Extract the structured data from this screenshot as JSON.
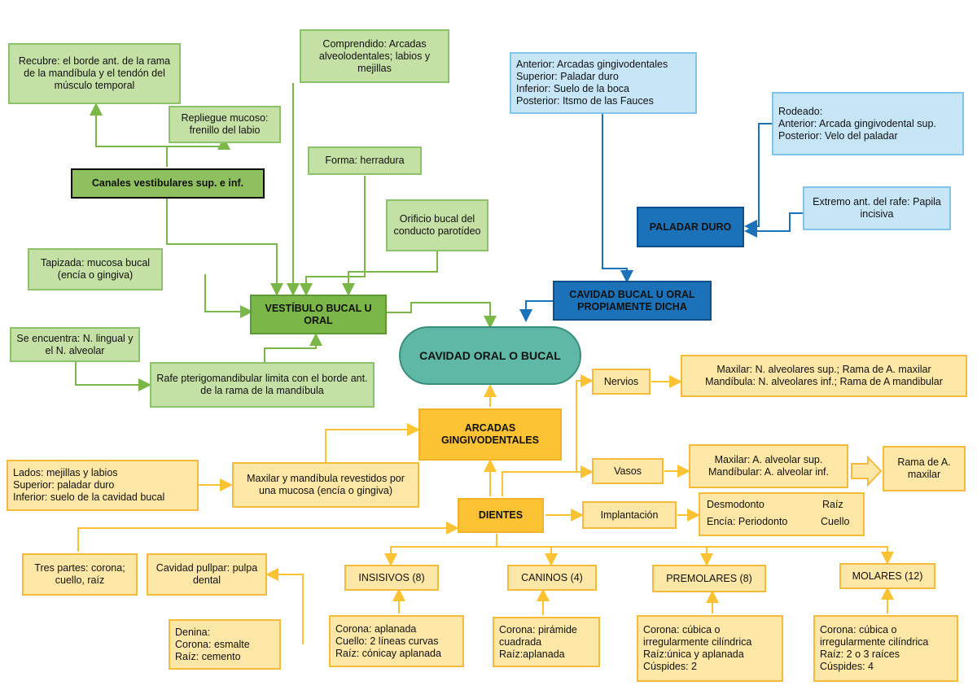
{
  "colors": {
    "green": "#7ab648",
    "green_light": "#c5e0a5",
    "blue": "#1c72b8",
    "blue_light": "#c6e6f7",
    "yellow": "#fbc233",
    "yellow_light": "#fde7a6",
    "teal": "#5fb8a6"
  },
  "center": "CAVIDAD ORAL O BUCAL",
  "vestibulo": {
    "title": "VESTÍBULO BUCAL U ORAL",
    "canales": "Canales vestibulares sup. e inf.",
    "recubre": "Recubre: el borde ant. de la rama de la mandíbula y el tendón del músculo temporal",
    "repliegue": "Repliegue mucoso: frenillo del labio",
    "comprendido": "Comprendido: Arcadas alveolodentales; labios y mejillas",
    "forma": "Forma: herradura",
    "orificio": "Orificio bucal del conducto parotídeo",
    "tapizada": "Tapizada: mucosa bucal (encía o gingiva)",
    "encuentra": "Se encuentra: N. lingual y el N. alveolar",
    "rafe": "Rafe pterigomandibular limita con el borde ant. de la rama de la mandíbula"
  },
  "cavidad_propia": {
    "title": "CAVIDAD BUCAL U ORAL PROPIAMENTE DICHA",
    "limites": "Anterior: Arcadas gingivodentales\nSuperior: Paladar duro\nInferior: Suelo de la boca\nPosterior: Itsmo de las Fauces",
    "paladar": "PALADAR DURO",
    "rodeado": "Rodeado:\nAnterior: Arcada gingivodental sup.\nPosterior: Velo del paladar",
    "extremo": "Extremo ant. del rafe: Papila incisiva"
  },
  "arcadas": {
    "title": "ARCADAS GINGIVODENTALES",
    "lados": "Lados: mejillas y labios\nSuperior: paladar duro\nInferior: suelo de la cavidad bucal",
    "maxilar_mandibula": "Maxilar y mandíbula revestidos por una mucosa (encía o gingiva)",
    "nervios": "Nervios",
    "nervios_detalle": "Maxilar: N. alveolares sup.; Rama de A. maxilar\nMandíbula: N. alveolares inf.; Rama de A mandibular",
    "vasos": "Vasos",
    "vasos_detalle": "Maxilar: A. alveolar sup.\nMandíbular: A. alveolar inf.",
    "rama_maxilar": "Rama de A. maxilar"
  },
  "dientes": {
    "title": "DIENTES",
    "implantacion": "Implantación",
    "desmodonto": "Desmodonto",
    "raiz": "Raíz",
    "encia_periodonto": "Encía: Periodonto",
    "cuello": "Cuello",
    "tres_partes": "Tres partes: corona; cuello, raíz",
    "cavidad_pulpar": "Cavidad pullpar: pulpa dental",
    "denina": "Denina:\nCorona: esmalte\nRaíz: cemento",
    "insisivos": "INSISIVOS (8)",
    "insisivos_detalle": "Corona: aplanada\nCuello: 2 líneas curvas\nRaíz: cónicay aplanada",
    "caninos": "CANINOS (4)",
    "caninos_detalle": "Corona: pirámide cuadrada\nRaíz:aplanada",
    "premolares": "PREMOLARES (8)",
    "premolares_detalle": "Corona: cúbica o irregularmente cilíndrica\nRaíz:única y aplanada\nCúspides: 2",
    "molares": "MOLARES (12)",
    "molares_detalle": "Corona: cúbica o irregularmente cilíndrica\nRaíz: 2 o 3 raíces\nCúspides: 4"
  }
}
